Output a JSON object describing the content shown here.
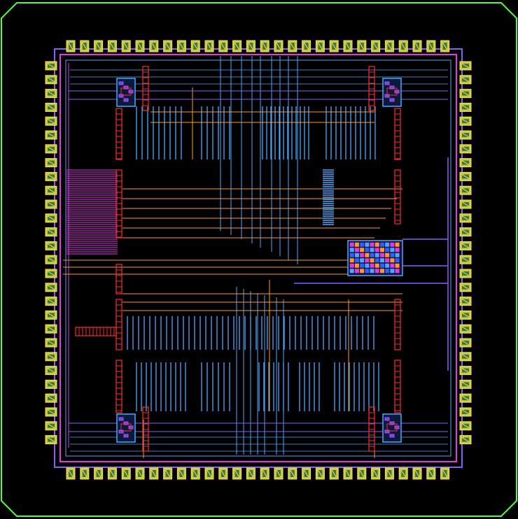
{
  "view": {
    "kind": "chip-layout-canvas"
  },
  "colors": {
    "background": "#000000",
    "die_boundary": "#4cff3a",
    "pad_frame": "#ffe14a",
    "pad_fill": "#c8c84a",
    "pad_core": "#3a7a3a",
    "metal_cyan": "#4aa8ff",
    "metal_orange": "#ff9a2a",
    "metal_magenta": "#e23ae2",
    "metal_red": "#ff2a2a",
    "metal_purple": "#8a5cff",
    "cell_blue": "#2a62ff"
  },
  "layout": {
    "pads_per_side": 28,
    "corner_blocks": [
      "top-left",
      "top-right",
      "bottom-left",
      "bottom-right"
    ],
    "logic_block": "center-right"
  }
}
